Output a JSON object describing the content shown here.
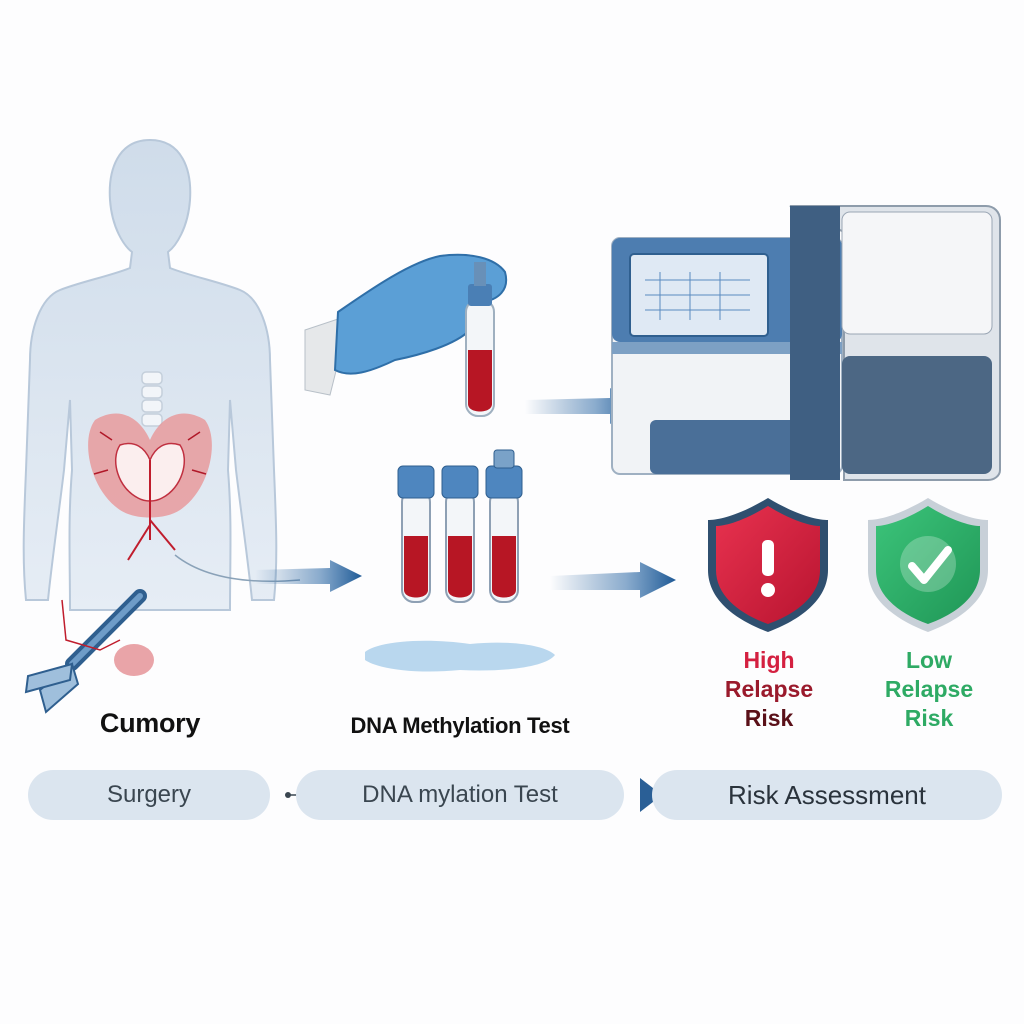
{
  "captions": {
    "surgery": "Cumory",
    "test": "DNA Methylation Test"
  },
  "risk": {
    "high": {
      "line1": "High",
      "line2": "Relapse",
      "line3": "Risk"
    },
    "low": {
      "line1": "Low",
      "line2": "Relapse",
      "line3": "Risk"
    }
  },
  "steps": [
    {
      "label": "Surgery"
    },
    {
      "label": "DNA mylation Test"
    },
    {
      "label": "Risk Assessment"
    }
  ],
  "colors": {
    "high": "#d42040",
    "high_text_dark": "#6a0f1a",
    "low": "#2eaa64",
    "arrow": "#1f5a96",
    "pill": "#dbe5ef"
  },
  "icons": [
    "human-body-icon",
    "gloved-hand-icon",
    "blood-tube-icon",
    "sequencer-machine-icon",
    "warning-shield-icon",
    "check-shield-icon",
    "surgical-tool-icon"
  ]
}
